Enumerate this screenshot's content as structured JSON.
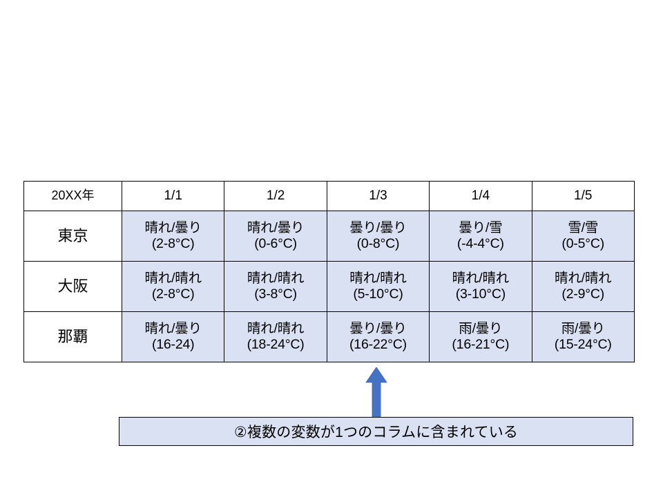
{
  "slide": {
    "background_color": "#ffffff",
    "accent_color": "#4472c4",
    "cell_fill_color": "#d9e1f2",
    "border_color": "#000000"
  },
  "table": {
    "corner_label": "20XX年",
    "column_headers": [
      "1/1",
      "1/2",
      "1/3",
      "1/4",
      "1/5"
    ],
    "rows": [
      {
        "city": "東京",
        "cells": [
          {
            "condition": "晴れ/曇り",
            "temperature": "(2-8°C)"
          },
          {
            "condition": "晴れ/曇り",
            "temperature": "(0-6°C)"
          },
          {
            "condition": "曇り/曇り",
            "temperature": "(0-8°C)"
          },
          {
            "condition": "曇り/雪",
            "temperature": "(-4-4°C)"
          },
          {
            "condition": "雪/雪",
            "temperature": "(0-5°C)"
          }
        ]
      },
      {
        "city": "大阪",
        "cells": [
          {
            "condition": "晴れ/晴れ",
            "temperature": "(2-8°C)"
          },
          {
            "condition": "晴れ/晴れ",
            "temperature": "(3-8°C)"
          },
          {
            "condition": "晴れ/晴れ",
            "temperature": "(5-10°C)"
          },
          {
            "condition": "晴れ/晴れ",
            "temperature": "(3-10°C)"
          },
          {
            "condition": "晴れ/晴れ",
            "temperature": "(2-9°C)"
          }
        ]
      },
      {
        "city": "那覇",
        "cells": [
          {
            "condition": "晴れ/曇り",
            "temperature": "(16-24)"
          },
          {
            "condition": "晴れ/晴れ",
            "temperature": "(18-24°C)"
          },
          {
            "condition": "曇り/曇り",
            "temperature": "(16-22°C)"
          },
          {
            "condition": "雨/曇り",
            "temperature": "(16-21°C)"
          },
          {
            "condition": "雨/曇り",
            "temperature": "(15-24°C)"
          }
        ]
      }
    ]
  },
  "annotation": {
    "arrow_icon": "arrow-up-icon",
    "arrow_color": "#4472c4",
    "callout_text": "②複数の変数が1つのコラムに含まれている"
  }
}
